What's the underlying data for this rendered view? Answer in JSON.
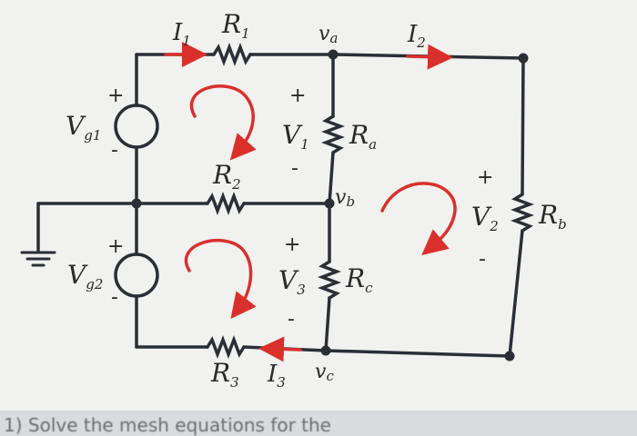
{
  "diagram": {
    "currents": {
      "i1": "I",
      "i1_sub": "1",
      "i2": "I",
      "i2_sub": "2",
      "i3": "I",
      "i3_sub": "3"
    },
    "resistors": {
      "r1": "R",
      "r1_sub": "1",
      "r2": "R",
      "r2_sub": "2",
      "r3": "R",
      "r3_sub": "3",
      "ra": "R",
      "ra_sub": "a",
      "rb": "R",
      "rb_sub": "b",
      "rc": "R",
      "rc_sub": "c"
    },
    "sources": {
      "vg1": "V",
      "vg1_sub": "g1",
      "vg2": "V",
      "vg2_sub": "g2"
    },
    "voltages": {
      "v1": "V",
      "v1_sub": "1",
      "v2": "V",
      "v2_sub": "2",
      "v3": "V",
      "v3_sub": "3"
    },
    "nodes": {
      "va": "v",
      "va_sub": "a",
      "vb": "v",
      "vb_sub": "b",
      "vc": "v",
      "vc_sub": "c"
    },
    "signs": {
      "plus": "+",
      "minus": "-"
    },
    "colors": {
      "wire": "#2a2f36",
      "arrow": "#d9302c",
      "background": "#d9dbde",
      "board": "#f1f1ef"
    }
  },
  "caption": "1) Solve the mesh equations for the"
}
